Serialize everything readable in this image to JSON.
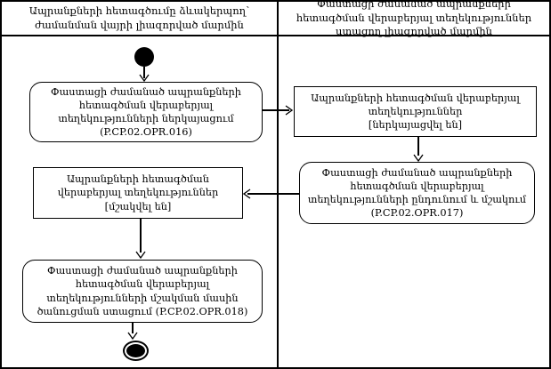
{
  "colors": {
    "line": "#000000",
    "background": "#ffffff"
  },
  "lanes": [
    {
      "title": "Ապրանքների հետագծումը ձևակերպող՝ ժամանման վայրի լիազորված մարմին"
    },
    {
      "title": "Փաստացի ժամանած ապրանքների հետագծման վերաբերյալ տեղեկություններ ստացող լիազորված մարմին"
    }
  ],
  "nodes": {
    "activity_016": {
      "label": "Փաստացի ժամանած ապրանքների հետագծման վերաբերյալ տեղեկությունների ներկայացում",
      "ref": "(P.CP.02.OPR.016)"
    },
    "object_submitted": {
      "label": "Ապրանքների հետագծման վերաբերյալ տեղեկություններ",
      "state": "[ներկայացվել են]"
    },
    "activity_017": {
      "label": "Փաստացի ժամանած ապրանքների հետագծման վերաբերյալ տեղեկությունների ընդունում և մշակում",
      "ref": "(P.CP.02.OPR.017)"
    },
    "object_processed": {
      "label": "Ապրանքների հետագծման վերաբերյալ տեղեկություններ",
      "state": "[մշակվել են]"
    },
    "activity_018": {
      "label": "Փաստացի ժամանած ապրանքների հետագծման վերաբերյալ տեղեկությունների մշակման մասին ծանուցման ստացում",
      "ref": "(P.CP.02.OPR.018)"
    }
  }
}
